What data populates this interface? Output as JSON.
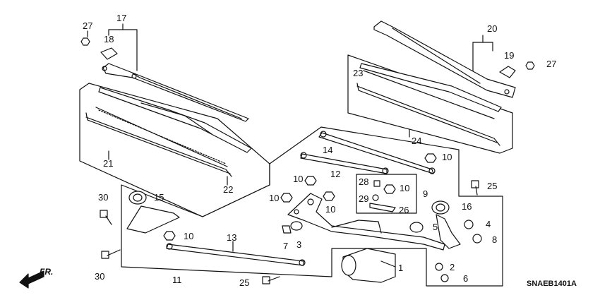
{
  "callouts": {
    "p1": "1",
    "p2": "2",
    "p3": "3",
    "p4": "4",
    "p5": "5",
    "p6": "6",
    "p7": "7",
    "p8": "8",
    "p9": "9",
    "p10a": "10",
    "p10b": "10",
    "p10c": "10",
    "p10d": "10",
    "p10e": "10",
    "p10f": "10",
    "p11": "11",
    "p12": "12",
    "p13": "13",
    "p14": "14",
    "p15": "15",
    "p16": "16",
    "p17": "17",
    "p18": "18",
    "p19": "19",
    "p20": "20",
    "p21": "21",
    "p22": "22",
    "p23": "23",
    "p24": "24",
    "p25a": "25",
    "p25b": "25",
    "p26": "26",
    "p27a": "27",
    "p27b": "27",
    "p28": "28",
    "p29": "29",
    "p30a": "30",
    "p30b": "30"
  },
  "direction_label": "FR.",
  "reference_code": "SNAEB1401A"
}
